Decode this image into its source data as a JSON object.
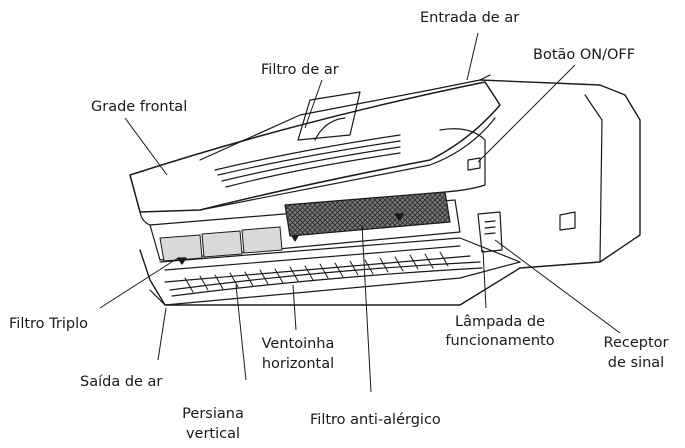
{
  "labels": {
    "entrada_de_ar": "Entrada de ar",
    "botao_on_off": "Botão ON/OFF",
    "filtro_de_ar": "Filtro de ar",
    "grade_frontal": "Grade frontal",
    "filtro_triplo": "Filtro Triplo",
    "lampada_line1": "Lâmpada de",
    "lampada_line2": "funcionamento",
    "receptor_line1": "Receptor",
    "receptor_line2": "de sinal",
    "ventoinha_line1": "Ventoinha",
    "ventoinha_line2": "horizontal",
    "saida_de_ar": "Saída de ar",
    "persiana_line1": "Persiana",
    "persiana_line2": "vertical",
    "filtro_anti_alergico": "Filtro anti-alérgico"
  },
  "colors": {
    "line": "#1a1a1a",
    "filter_fill": "#d9d9d9",
    "mesh_fill": "#555555"
  }
}
